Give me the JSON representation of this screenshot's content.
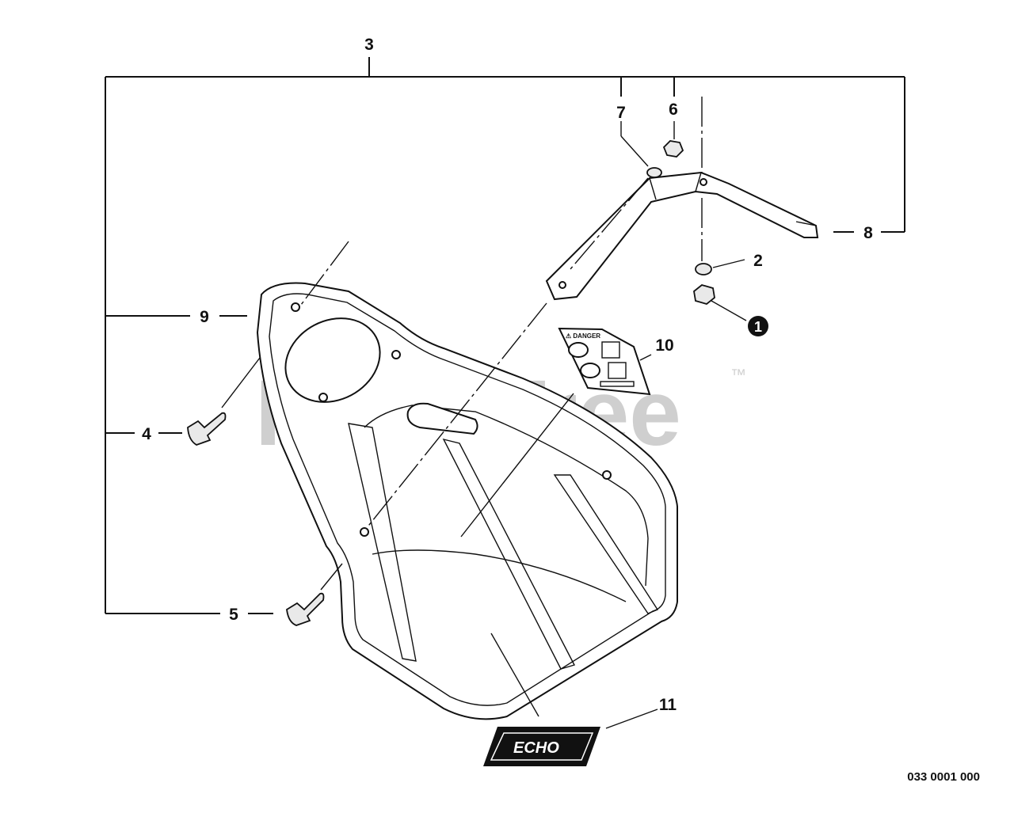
{
  "callouts": {
    "c1": "1",
    "c2": "2",
    "c3": "3",
    "c4": "4",
    "c5": "5",
    "c6": "6",
    "c7": "7",
    "c8": "8",
    "c9": "9",
    "c10": "10",
    "c11": "11"
  },
  "diagram_code": "033 0001 000",
  "watermark": {
    "brand": "PartsTree",
    "trademark": "™"
  },
  "decal": {
    "heading": "⚠ DANGER"
  },
  "logo": {
    "brand": "ECHO"
  }
}
